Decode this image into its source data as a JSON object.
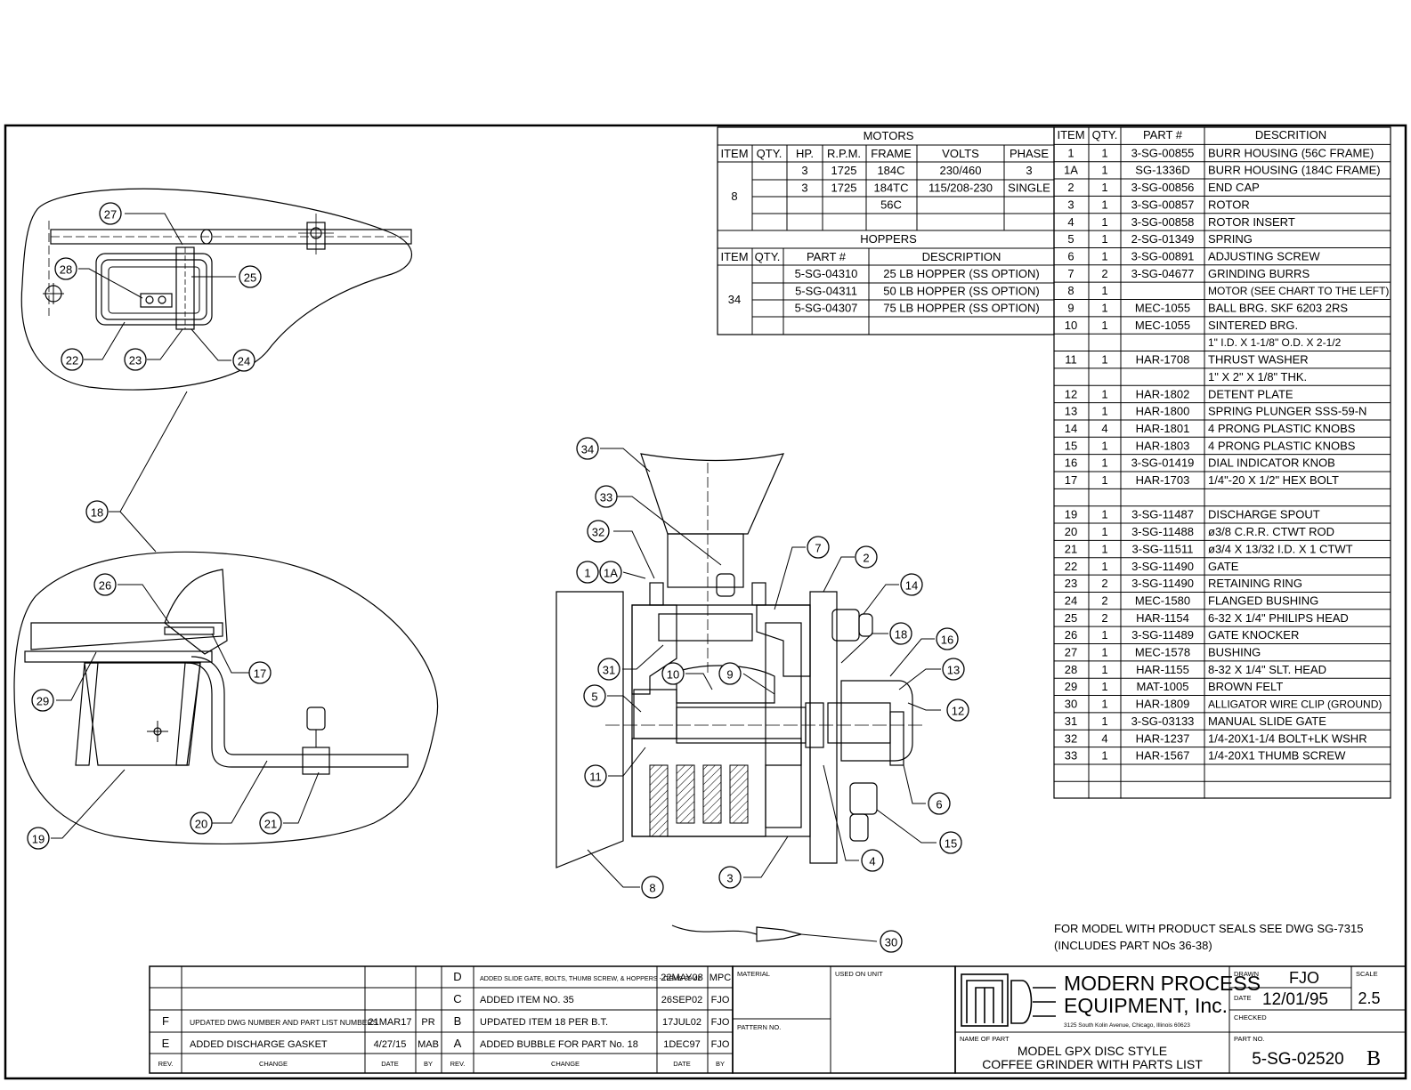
{
  "motors": {
    "title": "MOTORS",
    "headers": [
      "ITEM",
      "QTY.",
      "HP.",
      "R.P.M.",
      "FRAME",
      "VOLTS",
      "PHASE"
    ],
    "item": "8",
    "rows": [
      [
        "",
        "3",
        "1725",
        "184C",
        "230/460",
        "3"
      ],
      [
        "",
        "3",
        "1725",
        "184TC",
        "115/208-230",
        "SINGLE"
      ],
      [
        "",
        "",
        "",
        "56C",
        "",
        ""
      ],
      [
        "",
        "",
        "",
        "",
        "",
        ""
      ]
    ]
  },
  "hoppers": {
    "title": "HOPPERS",
    "headers": [
      "ITEM",
      "QTY.",
      "PART #",
      "DESCRIPTION"
    ],
    "item": "34",
    "rows": [
      [
        "",
        "5-SG-04310",
        "25 LB HOPPER (SS OPTION)"
      ],
      [
        "",
        "5-SG-04311",
        "50 LB HOPPER (SS OPTION)"
      ],
      [
        "",
        "5-SG-04307",
        "75 LB HOPPER (SS OPTION)"
      ],
      [
        "",
        "",
        ""
      ]
    ]
  },
  "parts": {
    "headers": [
      "ITEM",
      "QTY.",
      "PART #",
      "DESCRITION"
    ],
    "rows": [
      [
        "1",
        "1",
        "3-SG-00855",
        "BURR HOUSING (56C FRAME)"
      ],
      [
        "1A",
        "1",
        "SG-1336D",
        "BURR HOUSING (184C FRAME)"
      ],
      [
        "2",
        "1",
        "3-SG-00856",
        "END CAP"
      ],
      [
        "3",
        "1",
        "3-SG-00857",
        "ROTOR"
      ],
      [
        "4",
        "1",
        "3-SG-00858",
        "ROTOR INSERT"
      ],
      [
        "5",
        "1",
        "2-SG-01349",
        "SPRING"
      ],
      [
        "6",
        "1",
        "3-SG-00891",
        "ADJUSTING SCREW"
      ],
      [
        "7",
        "2",
        "3-SG-04677",
        "GRINDING BURRS"
      ],
      [
        "8",
        "1",
        "",
        "MOTOR (SEE CHART TO THE LEFT)"
      ],
      [
        "9",
        "1",
        "MEC-1055",
        "BALL BRG. SKF 6203 2RS"
      ],
      [
        "10",
        "1",
        "MEC-1055",
        "SINTERED BRG."
      ],
      [
        "",
        "",
        "",
        "1\" I.D. X 1-1/8\" O.D. X 2-1/2"
      ],
      [
        "11",
        "1",
        "HAR-1708",
        "THRUST WASHER"
      ],
      [
        "",
        "",
        "",
        "1\" X 2\" X 1/8\" THK."
      ],
      [
        "12",
        "1",
        "HAR-1802",
        "DETENT PLATE"
      ],
      [
        "13",
        "1",
        "HAR-1800",
        "SPRING PLUNGER SSS-59-N"
      ],
      [
        "14",
        "4",
        "HAR-1801",
        "4 PRONG PLASTIC KNOBS"
      ],
      [
        "15",
        "1",
        "HAR-1803",
        "4 PRONG PLASTIC KNOBS"
      ],
      [
        "16",
        "1",
        "3-SG-01419",
        "DIAL INDICATOR KNOB"
      ],
      [
        "17",
        "1",
        "HAR-1703",
        "1/4\"-20 X 1/2\" HEX BOLT"
      ],
      [
        "",
        "",
        "",
        ""
      ],
      [
        "19",
        "1",
        "3-SG-11487",
        "DISCHARGE SPOUT"
      ],
      [
        "20",
        "1",
        "3-SG-11488",
        "ø3/8 C.R.R. CTWT ROD"
      ],
      [
        "21",
        "1",
        "3-SG-11511",
        "ø3/4 X 13/32 I.D. X 1 CTWT"
      ],
      [
        "22",
        "1",
        "3-SG-11490",
        "GATE"
      ],
      [
        "23",
        "2",
        "3-SG-11490",
        "RETAINING RING"
      ],
      [
        "24",
        "2",
        "MEC-1580",
        "FLANGED BUSHING"
      ],
      [
        "25",
        "2",
        "HAR-1154",
        "6-32 X 1/4\" PHILIPS HEAD"
      ],
      [
        "26",
        "1",
        "3-SG-11489",
        "GATE KNOCKER"
      ],
      [
        "27",
        "1",
        "MEC-1578",
        "BUSHING"
      ],
      [
        "28",
        "1",
        "HAR-1155",
        "8-32 X 1/4\" SLT. HEAD"
      ],
      [
        "29",
        "1",
        "MAT-1005",
        "BROWN FELT"
      ],
      [
        "30",
        "1",
        "HAR-1809",
        "ALLIGATOR WIRE CLIP (GROUND)"
      ],
      [
        "31",
        "1",
        "3-SG-03133",
        "MANUAL SLIDE GATE"
      ],
      [
        "32",
        "4",
        "HAR-1237",
        "1/4-20X1-1/4 BOLT+LK WSHR"
      ],
      [
        "33",
        "1",
        "HAR-1567",
        "1/4-20X1 THUMB SCREW"
      ],
      [
        "",
        "",
        "",
        ""
      ],
      [
        "",
        "",
        "",
        ""
      ]
    ]
  },
  "bubbles": [
    "27",
    "28",
    "25",
    "22",
    "23",
    "24",
    "18",
    "26",
    "17",
    "29",
    "19",
    "20",
    "21",
    "34",
    "33",
    "32",
    "1",
    "1A",
    "7",
    "2",
    "14",
    "18",
    "16",
    "13",
    "31",
    "10",
    "9",
    "5",
    "12",
    "11",
    "6",
    "15",
    "4",
    "3",
    "8",
    "30"
  ],
  "notes": {
    "line1": "FOR MODEL WITH PRODUCT SEALS SEE DWG SG-7315",
    "line2": "(INCLUDES PART NOs 36-38)"
  },
  "revisions": {
    "left": [
      {
        "rev": "",
        "change": "",
        "date": "",
        "by": ""
      },
      {
        "rev": "",
        "change": "",
        "date": "",
        "by": ""
      },
      {
        "rev": "F",
        "change": "UPDATED DWG NUMBER AND PART LIST NUMBERS",
        "date": "21MAR17",
        "by": "PR"
      },
      {
        "rev": "E",
        "change": "ADDED DISCHARGE GASKET",
        "date": "4/27/15",
        "by": "MAB"
      }
    ],
    "right": [
      {
        "rev": "D",
        "change": "ADDED SLIDE GATE, BOLTS, THUMB SCREW, & HOPPERS - ITEMS 39-42",
        "date": "22MAY08",
        "by": "MPC"
      },
      {
        "rev": "C",
        "change": "ADDED ITEM NO. 35",
        "date": "26SEP02",
        "by": "FJO"
      },
      {
        "rev": "B",
        "change": "UPDATED ITEM 18 PER B.T.",
        "date": "17JUL02",
        "by": "FJO"
      },
      {
        "rev": "A",
        "change": "ADDED BUBBLE FOR PART No. 18",
        "date": "1DEC97",
        "by": "FJO"
      }
    ],
    "headers": {
      "rev": "REV.",
      "change": "CHANGE",
      "date": "DATE",
      "by": "BY"
    }
  },
  "title_block": {
    "material_label": "MATERIAL",
    "used_on_label": "USED ON UNIT",
    "pattern_label": "PATTERN NO.",
    "company_line1": "MODERN PROCESS",
    "company_line2": "EQUIPMENT, Inc.",
    "address": "3125 South Kolin Avenue, Chicago, Illinois 60623",
    "drawn_label": "DRAWN",
    "drawn_by": "FJO",
    "scale_label": "SCALE",
    "scale": "2.5",
    "date_label": "DATE",
    "date": "12/01/95",
    "checked_label": "CHECKED",
    "name_label": "NAME OF PART",
    "name_line1": "MODEL GPX DISC STYLE",
    "name_line2": "COFFEE GRINDER WITH PARTS LIST",
    "part_no_label": "PART NO.",
    "part_no": "5-SG-02520",
    "rev": "B"
  }
}
